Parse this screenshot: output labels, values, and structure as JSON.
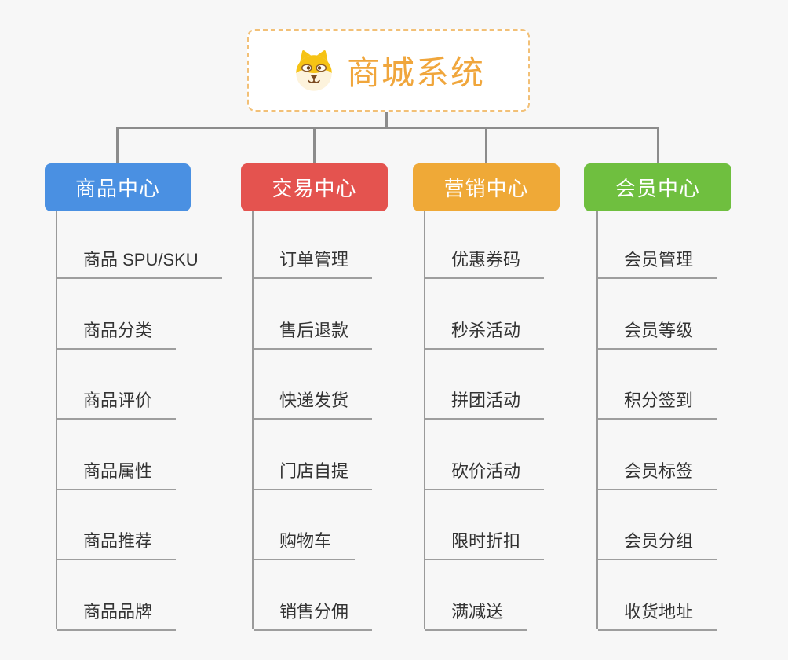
{
  "root": {
    "title": "商城系统",
    "icon": "dog-face-icon",
    "title_color": "#F0A63C",
    "border_color": "#F2C077"
  },
  "connector_color": "#8C8C8C",
  "branches": [
    {
      "label": "商品中心",
      "color": "#4A90E2",
      "items": [
        "商品 SPU/SKU",
        "商品分类",
        "商品评价",
        "商品属性",
        "商品推荐",
        "商品品牌"
      ]
    },
    {
      "label": "交易中心",
      "color": "#E4534F",
      "items": [
        "订单管理",
        "售后退款",
        "快递发货",
        "门店自提",
        "购物车",
        "销售分佣"
      ]
    },
    {
      "label": "营销中心",
      "color": "#EFA937",
      "items": [
        "优惠券码",
        "秒杀活动",
        "拼团活动",
        "砍价活动",
        "限时折扣",
        "满减送"
      ]
    },
    {
      "label": "会员中心",
      "color": "#6FBF3F",
      "items": [
        "会员管理",
        "会员等级",
        "积分签到",
        "会员标签",
        "会员分组",
        "收货地址"
      ]
    }
  ]
}
